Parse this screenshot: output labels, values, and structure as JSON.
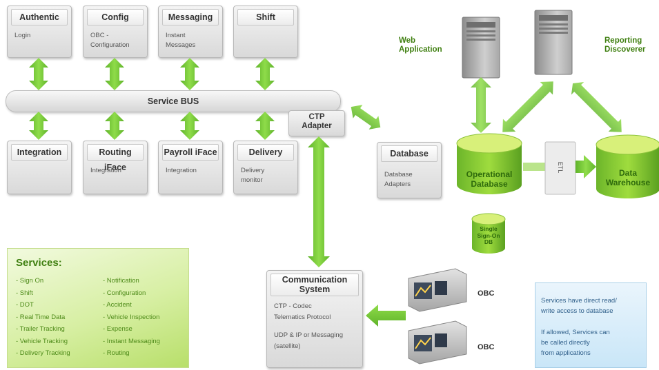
{
  "services_top": [
    {
      "title": "Authentic",
      "body": [
        "Login"
      ]
    },
    {
      "title": "Config",
      "body": [
        "OBC -",
        "Configuration"
      ]
    },
    {
      "title": "Messaging",
      "body": [
        "Instant",
        "Messages"
      ]
    },
    {
      "title": "Shift",
      "body": []
    }
  ],
  "service_bus": "Service BUS",
  "services_bottom": [
    {
      "title": "Integration",
      "body": []
    },
    {
      "title": "Routing iFace",
      "body": [
        "Integration"
      ]
    },
    {
      "title": "Payroll iFace",
      "body": [
        "Integration"
      ]
    },
    {
      "title": "Delivery",
      "body": [
        "Delivery",
        "monitor"
      ]
    }
  ],
  "ctp_adapter": [
    "CTP",
    "Adapter"
  ],
  "database": {
    "title": "Database",
    "body": [
      "Database",
      "Adapters"
    ]
  },
  "web_application": [
    "Web",
    "Application"
  ],
  "reporting_discoverer": [
    "Reporting",
    "Discoverer"
  ],
  "operational_database": [
    "Operational",
    "Database"
  ],
  "etl": "ETL",
  "data_warehouse": [
    "Data",
    "Warehouse"
  ],
  "sso_db": [
    "Single",
    "Sign-On",
    "DB"
  ],
  "communication_system": {
    "title": [
      "Communication",
      "System"
    ],
    "body": [
      "CTP - Codec",
      "Telematics Protocol",
      "",
      "UDP & IP or Messaging",
      "(satellite)"
    ]
  },
  "obc_labels": [
    "OBC",
    "OBC"
  ],
  "services_panel": {
    "title": "Services:",
    "col1": [
      "- Sign On",
      "- Shift",
      "- DOT",
      "- Real Time Data",
      "- Trailer Tracking",
      "- Vehicle Tracking",
      "- Delivery Tracking"
    ],
    "col2": [
      "- Notification",
      "- Configuration",
      "- Accident",
      "- Vehicle Inspection",
      "- Expense",
      "- Instant Messaging",
      "- Routing"
    ]
  },
  "note": {
    "p1": [
      "Services have direct read/",
      "write access to database"
    ],
    "p2": [
      "If allowed, Services can",
      "be called directly",
      "from applications"
    ]
  },
  "colors": {
    "accent_green": "#6cc12e",
    "text_green": "#3f7f10",
    "note_blue": "#c9e6f8"
  }
}
